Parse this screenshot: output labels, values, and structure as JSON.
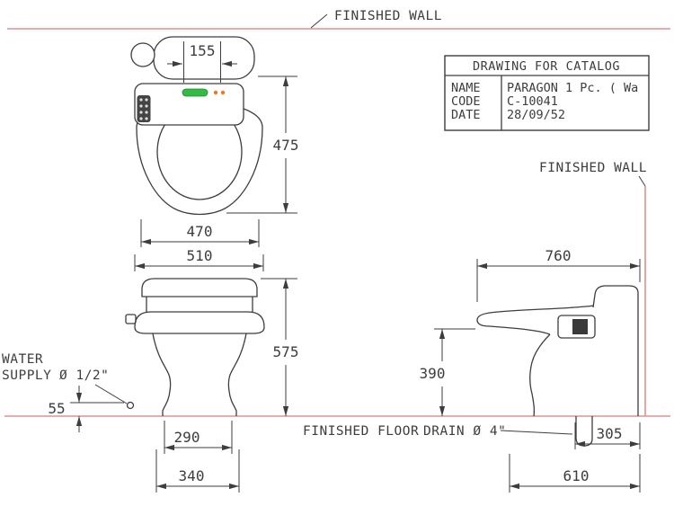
{
  "labels": {
    "finished_wall_top": "FINISHED WALL",
    "finished_wall_right": "FINISHED WALL",
    "water_supply_l1": "WATER",
    "water_supply_l2": "SUPPLY",
    "water_supply_size": "Ø 1/2\"",
    "finished_floor": "FINISHED FLOOR",
    "drain": "DRAIN Ø 4\""
  },
  "dims": {
    "top_control_width": "155",
    "top_depth": "475",
    "bowl_width": "470",
    "overall_width": "510",
    "front_height": "575",
    "supply_height": "55",
    "base_inner": "290",
    "base_outer": "340",
    "side_depth": "760",
    "bowl_height": "390",
    "drain_to_wall": "305",
    "base_depth": "610"
  },
  "title_block": {
    "header": "DRAWING FOR CATALOG",
    "rows": [
      {
        "label": "NAME",
        "value": "PARAGON 1 Pc. ( Wa"
      },
      {
        "label": "CODE",
        "value": "C-10041"
      },
      {
        "label": "DATE",
        "value": "28/09/52"
      }
    ]
  },
  "colors": {
    "line": "#3d3d3d",
    "wall_floor": "#e09090",
    "accent_green": "#33bb44",
    "accent_orange": "#ee7722"
  }
}
